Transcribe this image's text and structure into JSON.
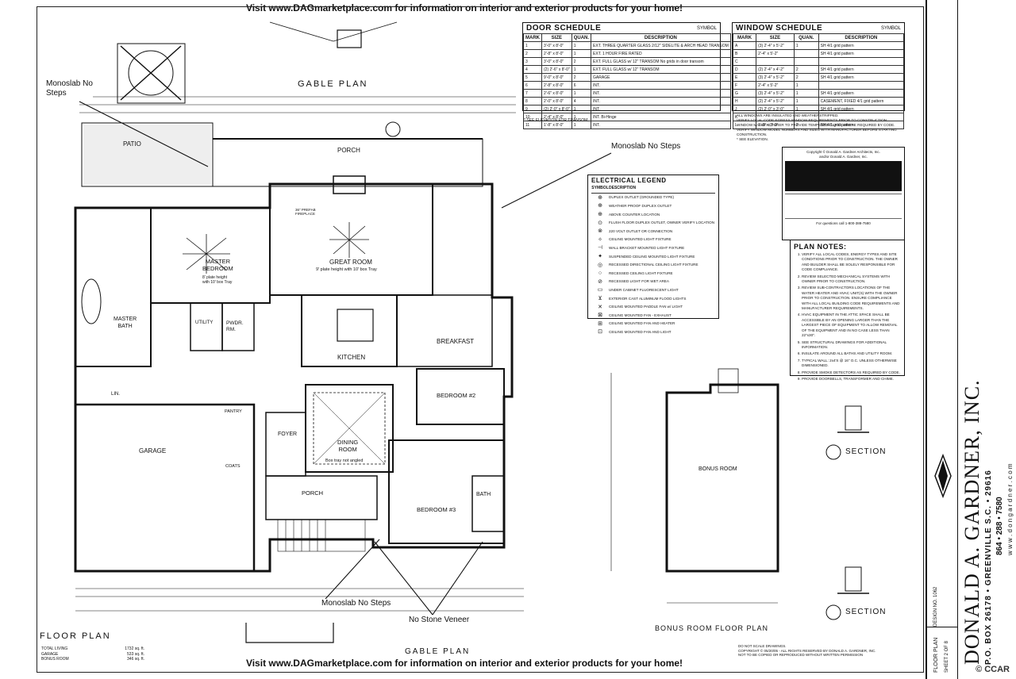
{
  "banner": {
    "prefix": "Visit ",
    "site": "www.DAGmarketplace.com",
    "suffix": " for information on interior and exterior products for your home!"
  },
  "gable_plan_label": "GABLE PLAN",
  "floor_plan_label": "FLOOR PLAN",
  "bonus_plan_label": "BONUS ROOM FLOOR PLAN",
  "section_label": "SECTION",
  "annotations": {
    "monoslab_1": "Monoslab No\nSteps",
    "monoslab_2": "Monoslab No Steps",
    "monoslab_3": "Monoslab No Steps",
    "no_stone_veneer": "No Stone Veneer"
  },
  "rooms": {
    "patio": "PATIO",
    "porch_top": "PORCH",
    "master_bedroom": "MASTER\nBEDROOM",
    "master_bedroom_note": "8' plate height\nwith 10' box Tray",
    "great_room": "GREAT ROOM",
    "great_room_note": "9' plate height with 10' box Tray",
    "master_bath": "MASTER\nBATH",
    "utility": "UTILITY",
    "pwdr": "PWDR.\nRM.",
    "kitchen": "KITCHEN",
    "breakfast": "BREAKFAST",
    "bedroom2": "BEDROOM #2",
    "garage": "GARAGE",
    "foyer": "FOYER",
    "dining": "DINING\nROOM",
    "dining_note": "Box tray not angled",
    "bedroom3": "BEDROOM #3",
    "bath": "BATH",
    "porch_front": "PORCH",
    "bonus_room": "BONUS ROOM",
    "pantry": "PANTRY",
    "coats": "COATS",
    "lin": "LIN.",
    "fireplace": "36\" PREFAB\nFIREPLACE"
  },
  "door_schedule": {
    "title": "DOOR SCHEDULE",
    "symbol": "SYMBOL",
    "headers": [
      "MARK",
      "SIZE",
      "QUAN.",
      "DESCRIPTION"
    ],
    "rows": [
      [
        "1",
        "3'-0\" x 8'-0\"",
        "1",
        "EXT. THREE QUARTER GLASS 2/12\" SIDELITE & ARCH HEAD TRANSOM"
      ],
      [
        "2",
        "2'-8\" x 8'-0\"",
        "1",
        "EXT. 1 HOUR FIRE RATED"
      ],
      [
        "3",
        "3'-0\" x 8'-0\"",
        "2",
        "EXT. FULL GLASS w/ 12\" TRANSOM No grids in door transom"
      ],
      [
        "4",
        "(2) 2'-6\" x 8'-0\"",
        "1",
        "EXT. FULL GLASS w/ 12\" TRANSOM"
      ],
      [
        "5",
        "9'-0\" x 8'-0\"",
        "2",
        "GARAGE"
      ],
      [
        "6",
        "2'-8\" x 8'-0\"",
        "6",
        "INT."
      ],
      [
        "7",
        "2'-6\" x 8'-0\"",
        "1",
        "INT."
      ],
      [
        "8",
        "2'-0\" x 8'-0\"",
        "4",
        "INT."
      ],
      [
        "9",
        "(2) 2'-0\" x 8'-0\"",
        "1",
        "INT."
      ],
      [
        "10",
        "2'-4\" x 8'-0\"",
        "1",
        "INT. Bi-Hinge"
      ],
      [
        "11",
        "1'-8\" x 8'-0\"",
        "1",
        "INT."
      ]
    ],
    "note": "* SEE ELEVATION FOR TRANSOM."
  },
  "window_schedule": {
    "title": "WINDOW SCHEDULE",
    "symbol": "SYMBOL",
    "headers": [
      "MARK",
      "SIZE",
      "QUAN.",
      "DESCRIPTION"
    ],
    "rows": [
      [
        "A",
        "(3) 2'-4\" x 5'-2\"",
        "1",
        "SH 4/1 grid pattern"
      ],
      [
        "B",
        "2'-4\" x 5'-2\"",
        "",
        "SH 4/1 grid pattern"
      ],
      [
        "C",
        "",
        "",
        ""
      ],
      [
        "D",
        "(2) 2'-4\" x 4'-2\"",
        "2",
        "SH 4/1 grid pattern"
      ],
      [
        "E",
        "(3) 2'-4\" x 5'-2\"",
        "2",
        "SH 4/1 grid pattern"
      ],
      [
        "F",
        "2'-4\" x 5'-2\"",
        "1",
        ""
      ],
      [
        "G",
        "(3) 2'-4\" x 5'-2\"",
        "1",
        "SH 4/1 grid pattern"
      ],
      [
        "H",
        "(2) 2'-4\" x 5'-2\"",
        "1",
        "CASEMENT, FIXED 4/1 grid pattern"
      ],
      [
        "J",
        "(2) 2'-0\" x 3'-0\"",
        "1",
        "SH 4/1 grid pattern"
      ],
      [
        "K",
        "",
        "",
        ""
      ],
      [
        "L",
        "1'-8\" x 3'-0\"",
        "2",
        "SH 4/1 grid pattern"
      ]
    ],
    "notes": [
      "ALL WINDOWS ARE INSULATED AND WEATHERSTRIPPED.",
      "VERIFY LOCAL CODE EGRESS WINDOW REQUIREMENTS PRIOR TO CONSTRUCTION.",
      "WINDOW MANUFACTURER TO PROVIDE TEMPERED GLASS WHERE REQUIRED BY CODE.",
      "VERIFY WINDOW MODEL NUMBERS AND SIZES WITH MANUFACTURER BEFORE STARTING CONSTRUCTION.",
      "* SEE ELEVATION."
    ]
  },
  "electrical_legend": {
    "title": "ELECTRICAL LEGEND",
    "col_symbol": "SYMBOL",
    "col_desc": "DESCRIPTION",
    "items": [
      [
        "⊕",
        "DUPLEX OUTLET (GROUNDED TYPE)"
      ],
      [
        "⊕",
        "WEATHER PROOF DUPLEX OUTLET"
      ],
      [
        "⊕",
        "ABOVE COUNTER LOCATION"
      ],
      [
        "⊙",
        "FLUSH FLOOR DUPLEX OUTLET, OWNER VERIFY LOCATION"
      ],
      [
        "⊗",
        "220 VOLT OUTLET OR CONNECTION"
      ],
      [
        "✧",
        "CEILING MOUNTED LIGHT FIXTURE"
      ],
      [
        "⊣",
        "WALL BRACKET MOUNTED LIGHT FIXTURE"
      ],
      [
        "✦",
        "SUSPENDED CEILING MOUNTED LIGHT FIXTURE"
      ],
      [
        "◎",
        "RECESSED DIRECTIONAL CEILING LIGHT FIXTURE"
      ],
      [
        "○",
        "RECESSED CEILING LIGHT FIXTURE"
      ],
      [
        "⊘",
        "RECESSED LIGHT FOR WET AREA"
      ],
      [
        "▭",
        "UNDER CABINET FLUORESCENT LIGHT"
      ],
      [
        "⊻",
        "EXTERIOR CAST ALUMINUM FLOOD LIGHTS"
      ],
      [
        "✕",
        "CEILING MOUNTED PADDLE FAN w/ LIGHT"
      ],
      [
        "⊠",
        "CEILING MOUNTED FAN - EXHAUST"
      ],
      [
        "⊞",
        "CEILING MOUNTED FAN AND HEATER"
      ],
      [
        "⊡",
        "CEILING MOUNTED FAN AND LIGHT"
      ]
    ]
  },
  "plan_notes": {
    "title": "PLAN NOTES:",
    "items": [
      "VERIFY ALL LOCAL CODES, ENERGY TYPES AND SITE CONDITIONS PRIOR TO CONSTRUCTION. THE OWNER AND BUILDER SHALL BE SOLELY RESPONSIBLE FOR CODE COMPLIANCE.",
      "REVIEW SELECTED MECHANICAL SYSTEMS WITH OWNER PRIOR TO CONSTRUCTION.",
      "REVIEW SUB-CONTRACTORS LOCATIONS OF THE WATER HEATER AND HVAC UNIT(S) WITH THE OWNER PRIOR TO CONSTRUCTION. ENSURE COMPLIANCE WITH ALL LOCAL BUILDING CODE REQUIREMENTS AND MANUFACTURER REQUIREMENTS.",
      "HVAC EQUIPMENT IN THE ATTIC SPACE SHALL BE ACCESSIBLE BY AN OPENING LARGER THAN THE LARGEST PIECE OF EQUIPMENT TO ALLOW REMOVAL OF THE EQUIPMENT AND IN NO CASE LESS THAN 22\"x30\".",
      "SEE STRUCTURAL DRAWINGS FOR ADDITIONAL INFORMATION.",
      "INSULATE AROUND ALL BATHS AND UTILITY ROOM.",
      "TYPICAL WALL: 2x4'S @ 16\" O.C. UNLESS OTHERWISE DIMENSIONED.",
      "PROVIDE SMOKE DETECTORS AS REQUIRED BY CODE.",
      "PROVIDE DOORBELLS, TRANSFORMER AND CHIME."
    ]
  },
  "copyright_box": {
    "line1": "Copyright © Donald A. Gardner Architects, Inc.",
    "line2": "and/or Donald A. Gardner, Inc.",
    "questions": "For questions call 1-800-388-7580"
  },
  "area_summary": {
    "rows": [
      [
        "TOTAL LIVING",
        "1732 sq. ft."
      ],
      [
        "GARAGE",
        "533 sq. ft."
      ],
      [
        "BONUS ROOM",
        "346 sq. ft."
      ]
    ]
  },
  "footer": {
    "do_not_scale": "DO NOT SCALE DRAWINGS.",
    "copyright": "COPYRIGHT © 05/20/05 - ALL RIGHTS RESERVED BY DONALD A. GARDNER, INC.",
    "not_copied": "NOT TO BE COPIED OR REPRODUCED WITHOUT WRITTEN PERMISSION"
  },
  "title_block": {
    "company": "DONALD A. GARDNER, INC.",
    "address": "P.O. BOX 26178  •  GREENVILLE S.C.  •  29616",
    "phone": "864  •  288  •  7580",
    "web": "w w w . d o n g a r d n e r . c o m",
    "sheet_title": "FLOOR PLAN",
    "sheet_num_label": "SHEET",
    "sheet_of": "2 OF 8",
    "design_label": "DESIGN NO.",
    "design_no": "1062"
  },
  "ccar": "© CCAR"
}
